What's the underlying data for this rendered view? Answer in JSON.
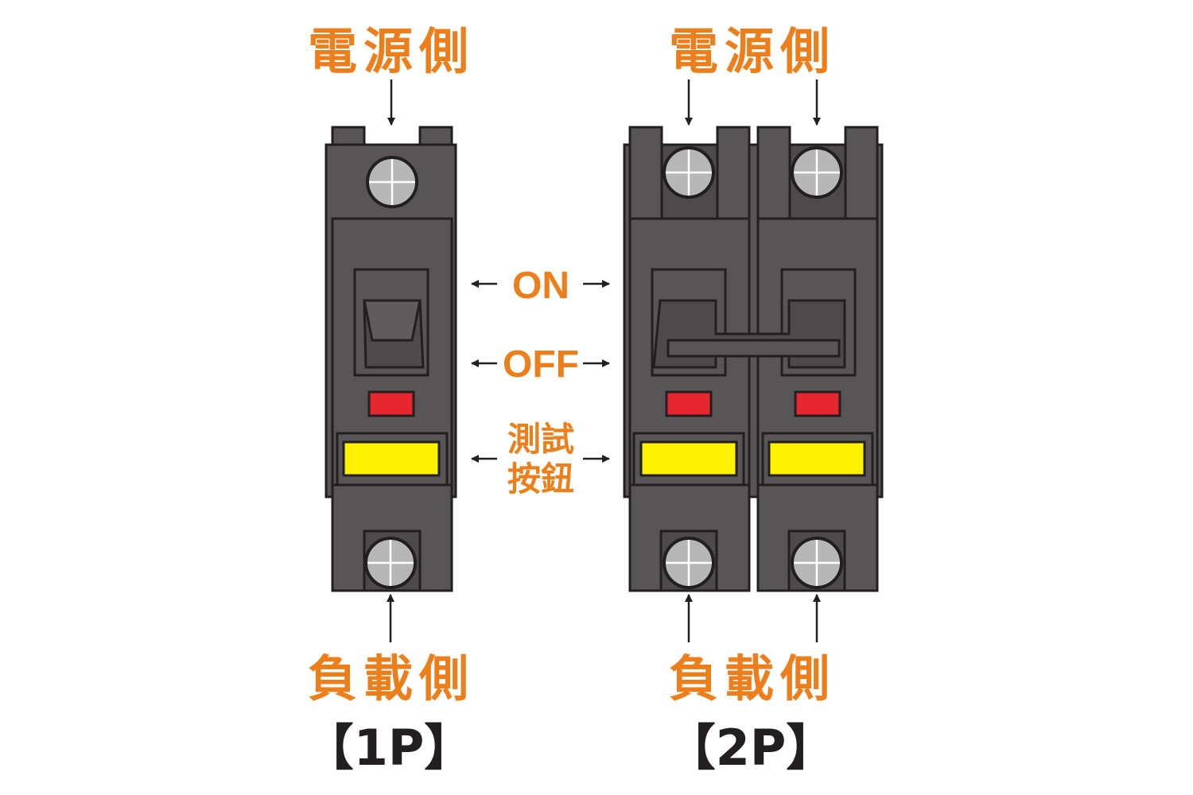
{
  "colors": {
    "orange": "#ec7f1b",
    "body": "#585556",
    "outline": "#231f20",
    "screw": "#b8b7b8",
    "indicator": "#e5262f",
    "test_button": "#fff200",
    "bracket_text": "#231f20"
  },
  "labels": {
    "line_side": "電源側",
    "load_side": "負載側",
    "on": "ON",
    "off": "OFF",
    "test_line1": "測試",
    "test_line2": "按鈕",
    "one_pole": "【1P】",
    "two_pole": "【2P】"
  },
  "icons": [
    "arrow-down-icon",
    "arrow-up-icon",
    "arrow-left-icon",
    "arrow-right-icon",
    "screw-icon"
  ]
}
